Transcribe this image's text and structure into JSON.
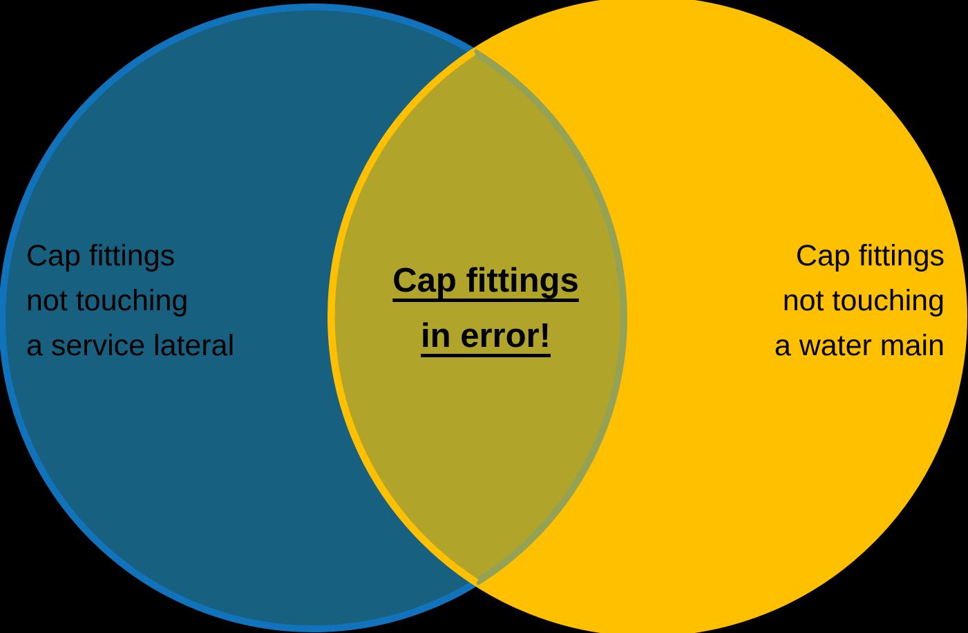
{
  "background_color": "#000000",
  "text_color": "#000000",
  "venn": {
    "left_circle": {
      "fill": "#17607F",
      "stroke": "#1173BC",
      "label_lines": [
        "Cap fittings",
        "not touching",
        "a service lateral"
      ]
    },
    "right_circle": {
      "fill": "#FFC000",
      "stroke": "#FFC000",
      "label_lines": [
        "Cap fittings",
        "not touching",
        "a water main"
      ]
    },
    "intersection": {
      "fill": "#B1A42B",
      "left_edge_stroke": "#FFC000",
      "right_edge_stroke": "#93A254",
      "label_lines": [
        "Cap fittings",
        "in error!"
      ]
    }
  }
}
